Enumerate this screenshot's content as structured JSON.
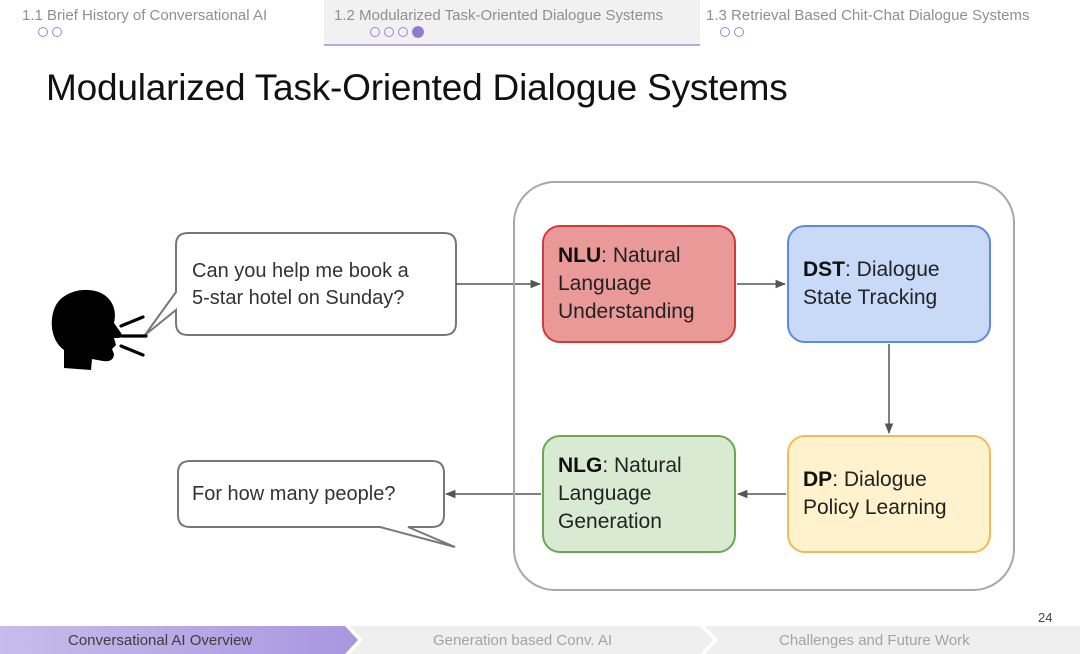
{
  "top_nav": {
    "sections": [
      {
        "label": "1.1 Brief History of Conversational AI",
        "dots": 2,
        "filled_dot": null
      },
      {
        "label": "1.2 Modularized Task-Oriented Dialogue Systems",
        "dots": 4,
        "filled_dot": 4
      },
      {
        "label": "1.3 Retrieval Based Chit-Chat Dialogue Systems",
        "dots": 2,
        "filled_dot": null
      }
    ],
    "active_section": 2,
    "accent_color": "#9a86d3"
  },
  "slide": {
    "title": "Modularized Task-Oriented Dialogue Systems",
    "page_number": "24"
  },
  "diagram": {
    "user_utterance": [
      "Can you help me book a",
      "5-star hotel on Sunday?"
    ],
    "system_response": "For how many people?",
    "modules": {
      "nlu": {
        "abbr": "NLU",
        "text_1": ": Natural",
        "text_2": "Language",
        "text_3": "Understanding",
        "color": "#ea9999"
      },
      "dst": {
        "abbr": "DST",
        "text_1": ": Dialogue",
        "text_2": "State Tracking",
        "color": "#c9daf8"
      },
      "dp": {
        "abbr": "DP",
        "text_1": ": Dialogue",
        "text_2": "Policy Learning",
        "color": "#fff2cc"
      },
      "nlg": {
        "abbr": "NLG",
        "text_1": ": Natural",
        "text_2": "Language",
        "text_3": "Generation",
        "color": "#d9ead3"
      }
    },
    "icons": [
      "speaking-head-icon"
    ]
  },
  "bottom_nav": {
    "items": [
      "Conversational AI Overview",
      "Generation based Conv. AI",
      "Challenges and Future Work"
    ],
    "active": 0,
    "active_color": "#b3a5e3"
  }
}
